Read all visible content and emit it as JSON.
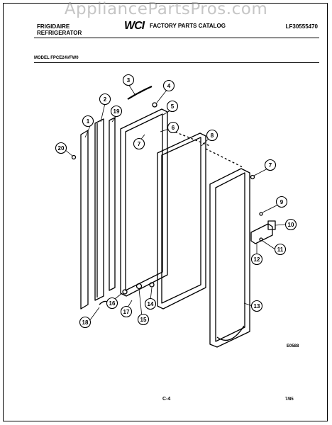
{
  "watermark": "AppliancePartsPros.com",
  "header": {
    "brand_line1": "FRIGIDAIRE",
    "brand_line2": "REFRIGERATOR",
    "catalog_logo": "WCI",
    "catalog_title": "FACTORY PARTS CATALOG",
    "publication_number": "LF30555470"
  },
  "model_label": "MODEL FPCE24VFW0",
  "drawing_code": "E0588",
  "footer": {
    "page": "C-4",
    "date": "7/85"
  },
  "callouts": [
    {
      "number": "1"
    },
    {
      "number": "2"
    },
    {
      "number": "3"
    },
    {
      "number": "4"
    },
    {
      "number": "5"
    },
    {
      "number": "6"
    },
    {
      "number": "7"
    },
    {
      "number": "8"
    },
    {
      "number": "7"
    },
    {
      "number": "9"
    },
    {
      "number": "10"
    },
    {
      "number": "11"
    },
    {
      "number": "12"
    },
    {
      "number": "13"
    },
    {
      "number": "14"
    },
    {
      "number": "15"
    },
    {
      "number": "16"
    },
    {
      "number": "17"
    },
    {
      "number": "18"
    },
    {
      "number": "19"
    },
    {
      "number": "20"
    }
  ]
}
